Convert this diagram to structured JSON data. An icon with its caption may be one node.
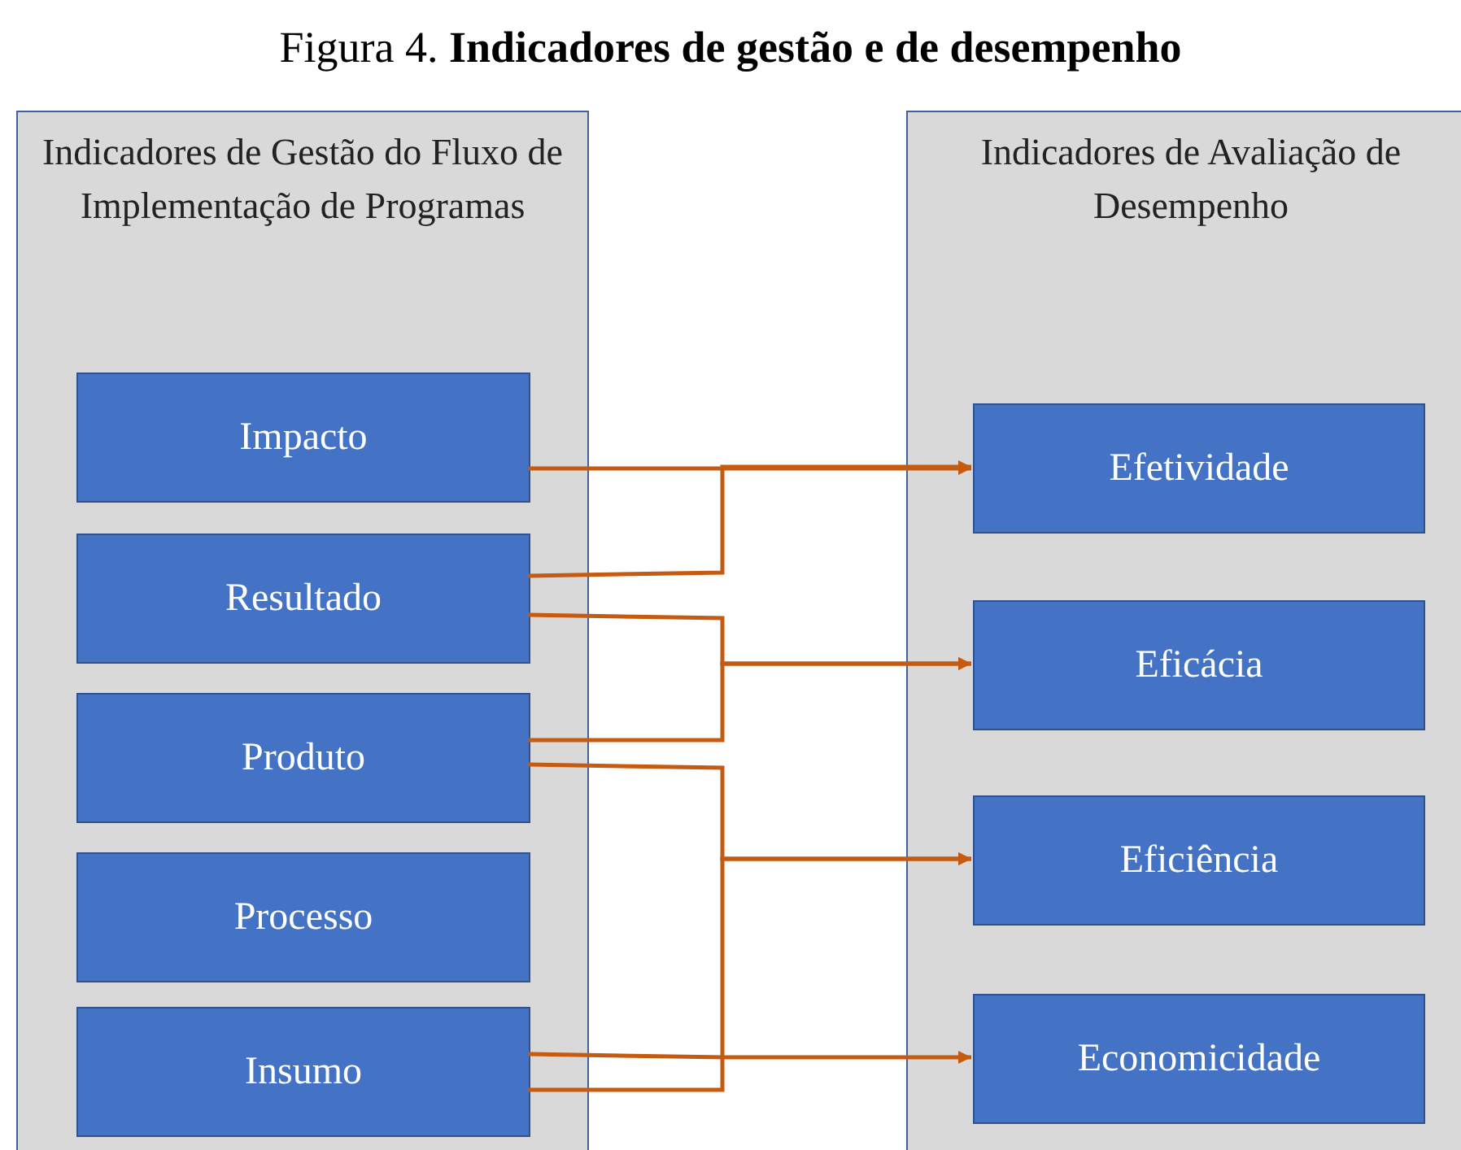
{
  "diagram": {
    "title": "Figura 4. **Indicadores de gestão e de desempenho**",
    "nodes": [
      {
        "text": [
          "Indicadores de Gestão do Fluxo de Implementação de Programas"
        ]
      },
      {
        "text": [
          "Impacto"
        ],
        "in": 0
      },
      {
        "text": [
          "Resultado"
        ],
        "in": 0
      },
      {
        "text": [
          "Produto"
        ],
        "in": 0
      },
      {
        "text": [
          "Processo"
        ],
        "in": 0
      },
      {
        "text": [
          "Insumo"
        ],
        "in": 0
      },
      {
        "text": [
          "Indicadores de Avaliação de Desempenho"
        ]
      },
      {
        "text": [
          "Efetividade"
        ],
        "in": 6
      },
      {
        "text": [
          "Eficácia"
        ],
        "in": 6
      },
      {
        "text": [
          "Eficiência"
        ],
        "in": 6
      },
      {
        "text": [
          "Economicidade"
        ],
        "in": 6
      }
    ],
    "edges": [
      {
        "from": 1,
        "to": 7,
        "arrow": "to"
      },
      {
        "from": 2,
        "to": 7,
        "arrow": "to"
      },
      {
        "from": 2,
        "to": 8,
        "arrow": "to"
      },
      {
        "from": 3,
        "to": 8,
        "arrow": "to"
      },
      {
        "from": 3,
        "to": 9,
        "arrow": "to"
      },
      {
        "from": 5,
        "to": 9,
        "arrow": "to"
      },
      {
        "from": 5,
        "to": 10,
        "arrow": "to"
      }
    ]
  }
}
